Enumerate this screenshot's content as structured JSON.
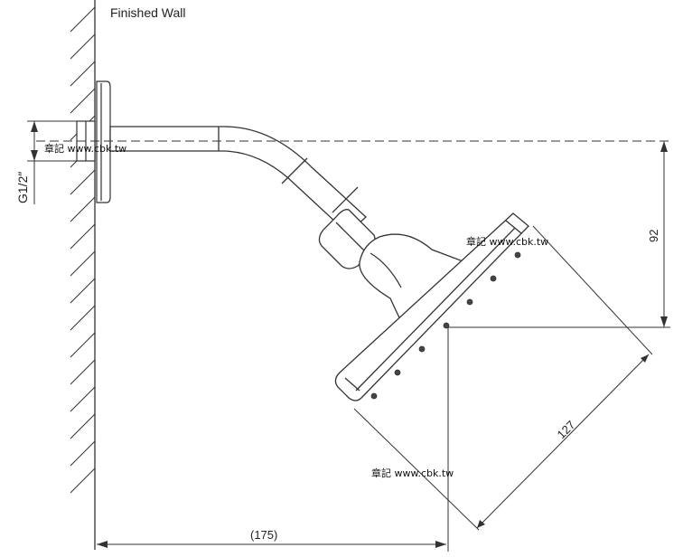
{
  "labels": {
    "finished_wall": "Finished Wall",
    "thread": "G1/2″"
  },
  "dimensions": {
    "drop": "92",
    "head_diameter": "127",
    "projection": "(175)"
  },
  "watermarks": [
    "章記 www.cbk.tw",
    "章記 www.cbk.tw",
    "章記 www.cbk.tw"
  ],
  "colors": {
    "line": "#333333",
    "background": "#ffffff"
  }
}
